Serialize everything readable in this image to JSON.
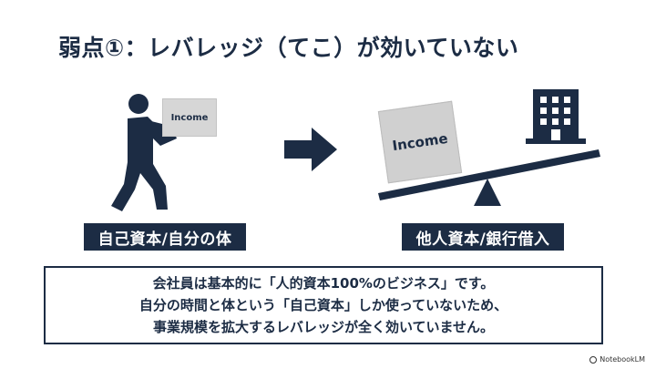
{
  "slide": {
    "title": "弱点①：レバレッジ（てこ）が効いていない",
    "left_box_label": "Income",
    "left_caption": "自己資本/自分の体",
    "right_box_label": "Income",
    "right_caption": "他人資本/銀行借入",
    "message_lines": [
      "会社員は基本的に「人的資本100%のビジネス」です。",
      "自分の時間と体という「自己資本」しか使っていないため、",
      "事業規模を拡大するレバレッジが全く効いていません。"
    ],
    "brand": "NotebookLM",
    "colors": {
      "navy": "#1c2c44",
      "box_gray": "#d0d0d0",
      "background": "#ffffff"
    }
  }
}
